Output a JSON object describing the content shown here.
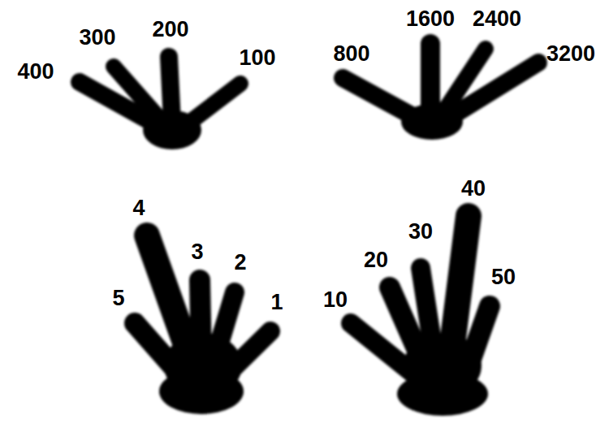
{
  "diagram": {
    "labels": [
      "400",
      "300",
      "200",
      "100",
      "800",
      "1600",
      "2400",
      "3200",
      "4",
      "5",
      "3",
      "2",
      "1",
      "10",
      "20",
      "30",
      "40",
      "50"
    ]
  }
}
